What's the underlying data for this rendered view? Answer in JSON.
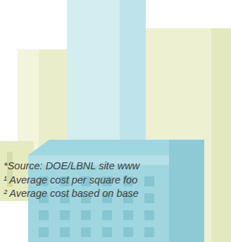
{
  "diagram": {
    "labels": [
      "*Source:  DOE/LBNL site www",
      "¹ Average cost per square foo",
      "² Average cost based on base"
    ]
  }
}
